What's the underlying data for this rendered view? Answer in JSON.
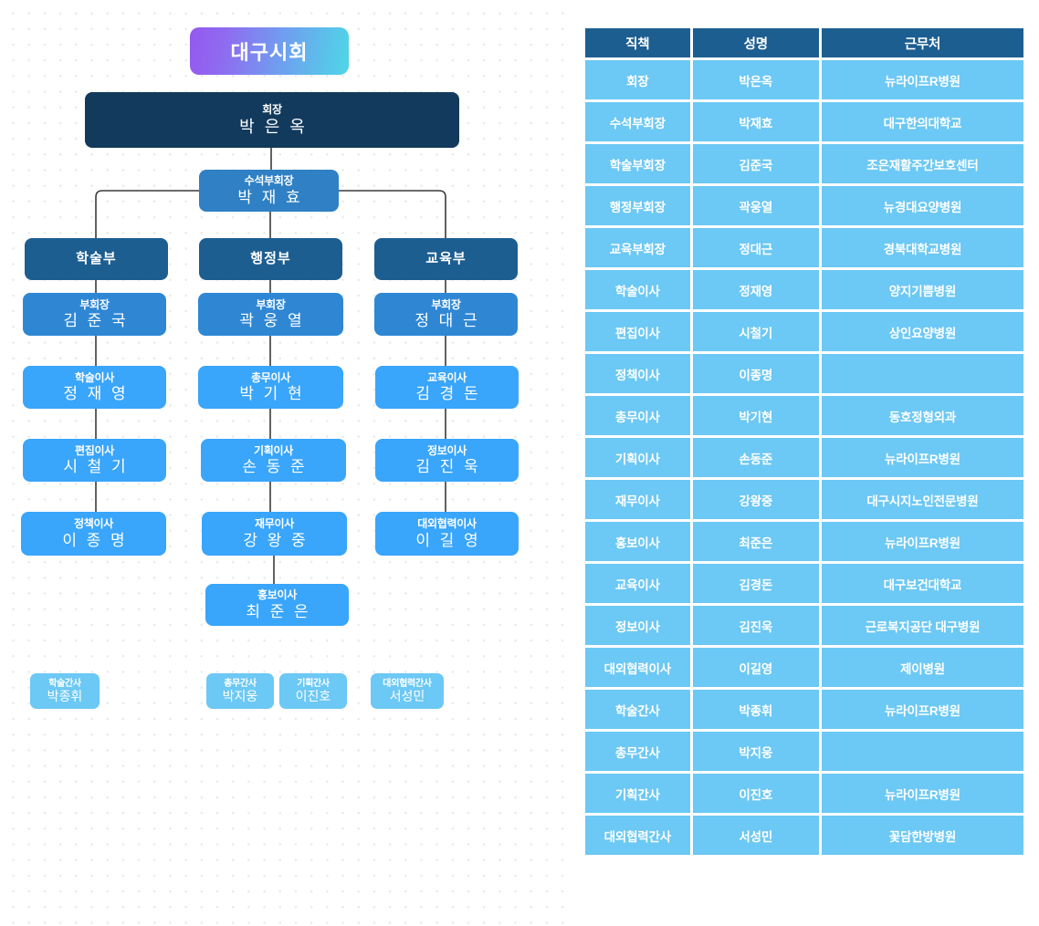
{
  "title": {
    "text": "대구시회"
  },
  "colors": {
    "president": "#123a5c",
    "department": "#1d5e91",
    "deputy": "#2f87d4",
    "director": "#39a5fb",
    "secretary": "#6cc8f4",
    "title_gradient_start": "#9558ef",
    "title_gradient_end": "#4ed7e6"
  },
  "chart": {
    "president": {
      "role": "회장",
      "person": "박 은 옥"
    },
    "senior_vp": {
      "role": "수석부회장",
      "person": "박 재 효"
    },
    "departments": [
      {
        "name": "학술부",
        "deputy": {
          "role": "부회장",
          "person": "김 준 국"
        },
        "directors": [
          {
            "role": "학술이사",
            "person": "정 재 영"
          },
          {
            "role": "편집이사",
            "person": "시 철 기"
          },
          {
            "role": "정책이사",
            "person": "이 종 명"
          }
        ]
      },
      {
        "name": "행정부",
        "deputy": {
          "role": "부회장",
          "person": "곽 웅 열"
        },
        "directors": [
          {
            "role": "총무이사",
            "person": "박 기 현"
          },
          {
            "role": "기획이사",
            "person": "손 동 준"
          },
          {
            "role": "재무이사",
            "person": "강 왕 중"
          },
          {
            "role": "홍보이사",
            "person": "최 준 은"
          }
        ]
      },
      {
        "name": "교육부",
        "deputy": {
          "role": "부회장",
          "person": "정 대 근"
        },
        "directors": [
          {
            "role": "교육이사",
            "person": "김 경 돈"
          },
          {
            "role": "정보이사",
            "person": "김 진 욱"
          },
          {
            "role": "대외협력이사",
            "person": "이 길 영"
          }
        ]
      }
    ],
    "secretaries": [
      {
        "role": "학술간사",
        "person": "박종휘"
      },
      {
        "role": "총무간사",
        "person": "박지웅"
      },
      {
        "role": "기획간사",
        "person": "이진호"
      },
      {
        "role": "대외협력간사",
        "person": "서성민"
      }
    ]
  },
  "roster": {
    "headers": [
      "직책",
      "성명",
      "근무처"
    ],
    "rows": [
      [
        "회장",
        "박은옥",
        "뉴라이프R병원"
      ],
      [
        "수석부회장",
        "박재효",
        "대구한의대학교"
      ],
      [
        "학술부회장",
        "김준국",
        "조은재활주간보호센터"
      ],
      [
        "행정부회장",
        "곽웅열",
        "뉴경대요양병원"
      ],
      [
        "교육부회장",
        "정대근",
        "경북대학교병원"
      ],
      [
        "학술이사",
        "정재영",
        "양지기쁨병원"
      ],
      [
        "편집이사",
        "시철기",
        "상인요양병원"
      ],
      [
        "정책이사",
        "이종명",
        ""
      ],
      [
        "총무이사",
        "박기현",
        "동호정형외과"
      ],
      [
        "기획이사",
        "손동준",
        "뉴라이프R병원"
      ],
      [
        "재무이사",
        "강왕중",
        "대구시지노인전문병원"
      ],
      [
        "홍보이사",
        "최준은",
        "뉴라이프R병원"
      ],
      [
        "교육이사",
        "김경돈",
        "대구보건대학교"
      ],
      [
        "정보이사",
        "김진욱",
        "근로복지공단 대구병원"
      ],
      [
        "대외협력이사",
        "이길영",
        "제이병원"
      ],
      [
        "학술간사",
        "박종휘",
        "뉴라이프R병원"
      ],
      [
        "총무간사",
        "박지웅",
        ""
      ],
      [
        "기획간사",
        "이진호",
        "뉴라이프R병원"
      ],
      [
        "대외협력간사",
        "서성민",
        "꽃담한방병원"
      ]
    ]
  }
}
